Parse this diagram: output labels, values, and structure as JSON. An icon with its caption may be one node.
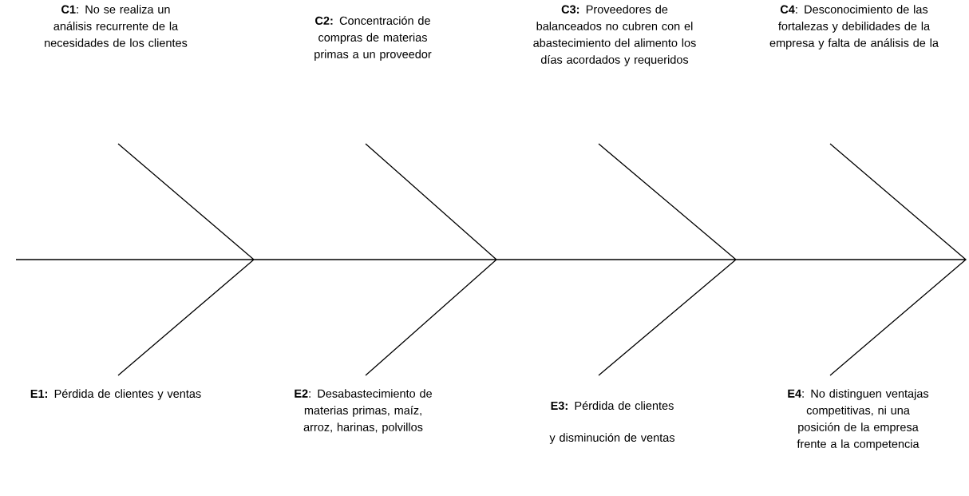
{
  "diagram": {
    "labels": [
      "**C1**: No se realiza un análisis recurrente de la necesidades de los clientes",
      "**C2:** Concentración de compras de materias primas a un proveedor",
      "**C3:** Proveedores de balanceados no cubren con el abastecimiento del alimento los días acordados y requeridos",
      "**C4**: Desconocimiento de las fortalezas y debilidades de la empresa y falta de análisis de la",
      "**E1:** Pérdida de clientes y ventas",
      "**E2**: Desabastecimiento de materias primas, maíz, arroz, harinas, polvillos",
      "**E3:** Pérdida de clientes y disminución de ventas",
      "**E4**: No distinguen ventajas competitivas, ni una posición de la empresa frente a la competencia"
    ]
  }
}
